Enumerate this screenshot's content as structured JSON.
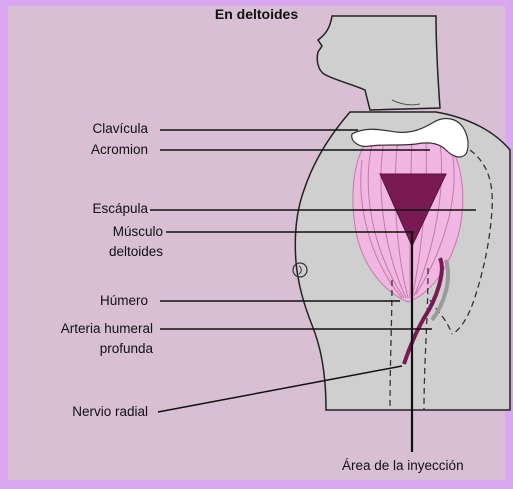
{
  "title": "En deltoides",
  "labels": {
    "clavicula": "Clavícula",
    "acromion": "Acromion",
    "escapula": "Escápula",
    "musculo_1": "Músculo",
    "musculo_2": "deltoides",
    "humero": "Húmero",
    "arteria_1": "Arteria humeral",
    "arteria_2": "profunda",
    "nervio": "Nervio radial",
    "area": "Área de la inyección"
  },
  "colors": {
    "frame": "#d9a8f0",
    "panel": "#d8bfd3",
    "body": "#cfcfcf",
    "muscle": "#f2b6e2",
    "triangle": "#7a1a55",
    "bone": "#ffffff"
  }
}
